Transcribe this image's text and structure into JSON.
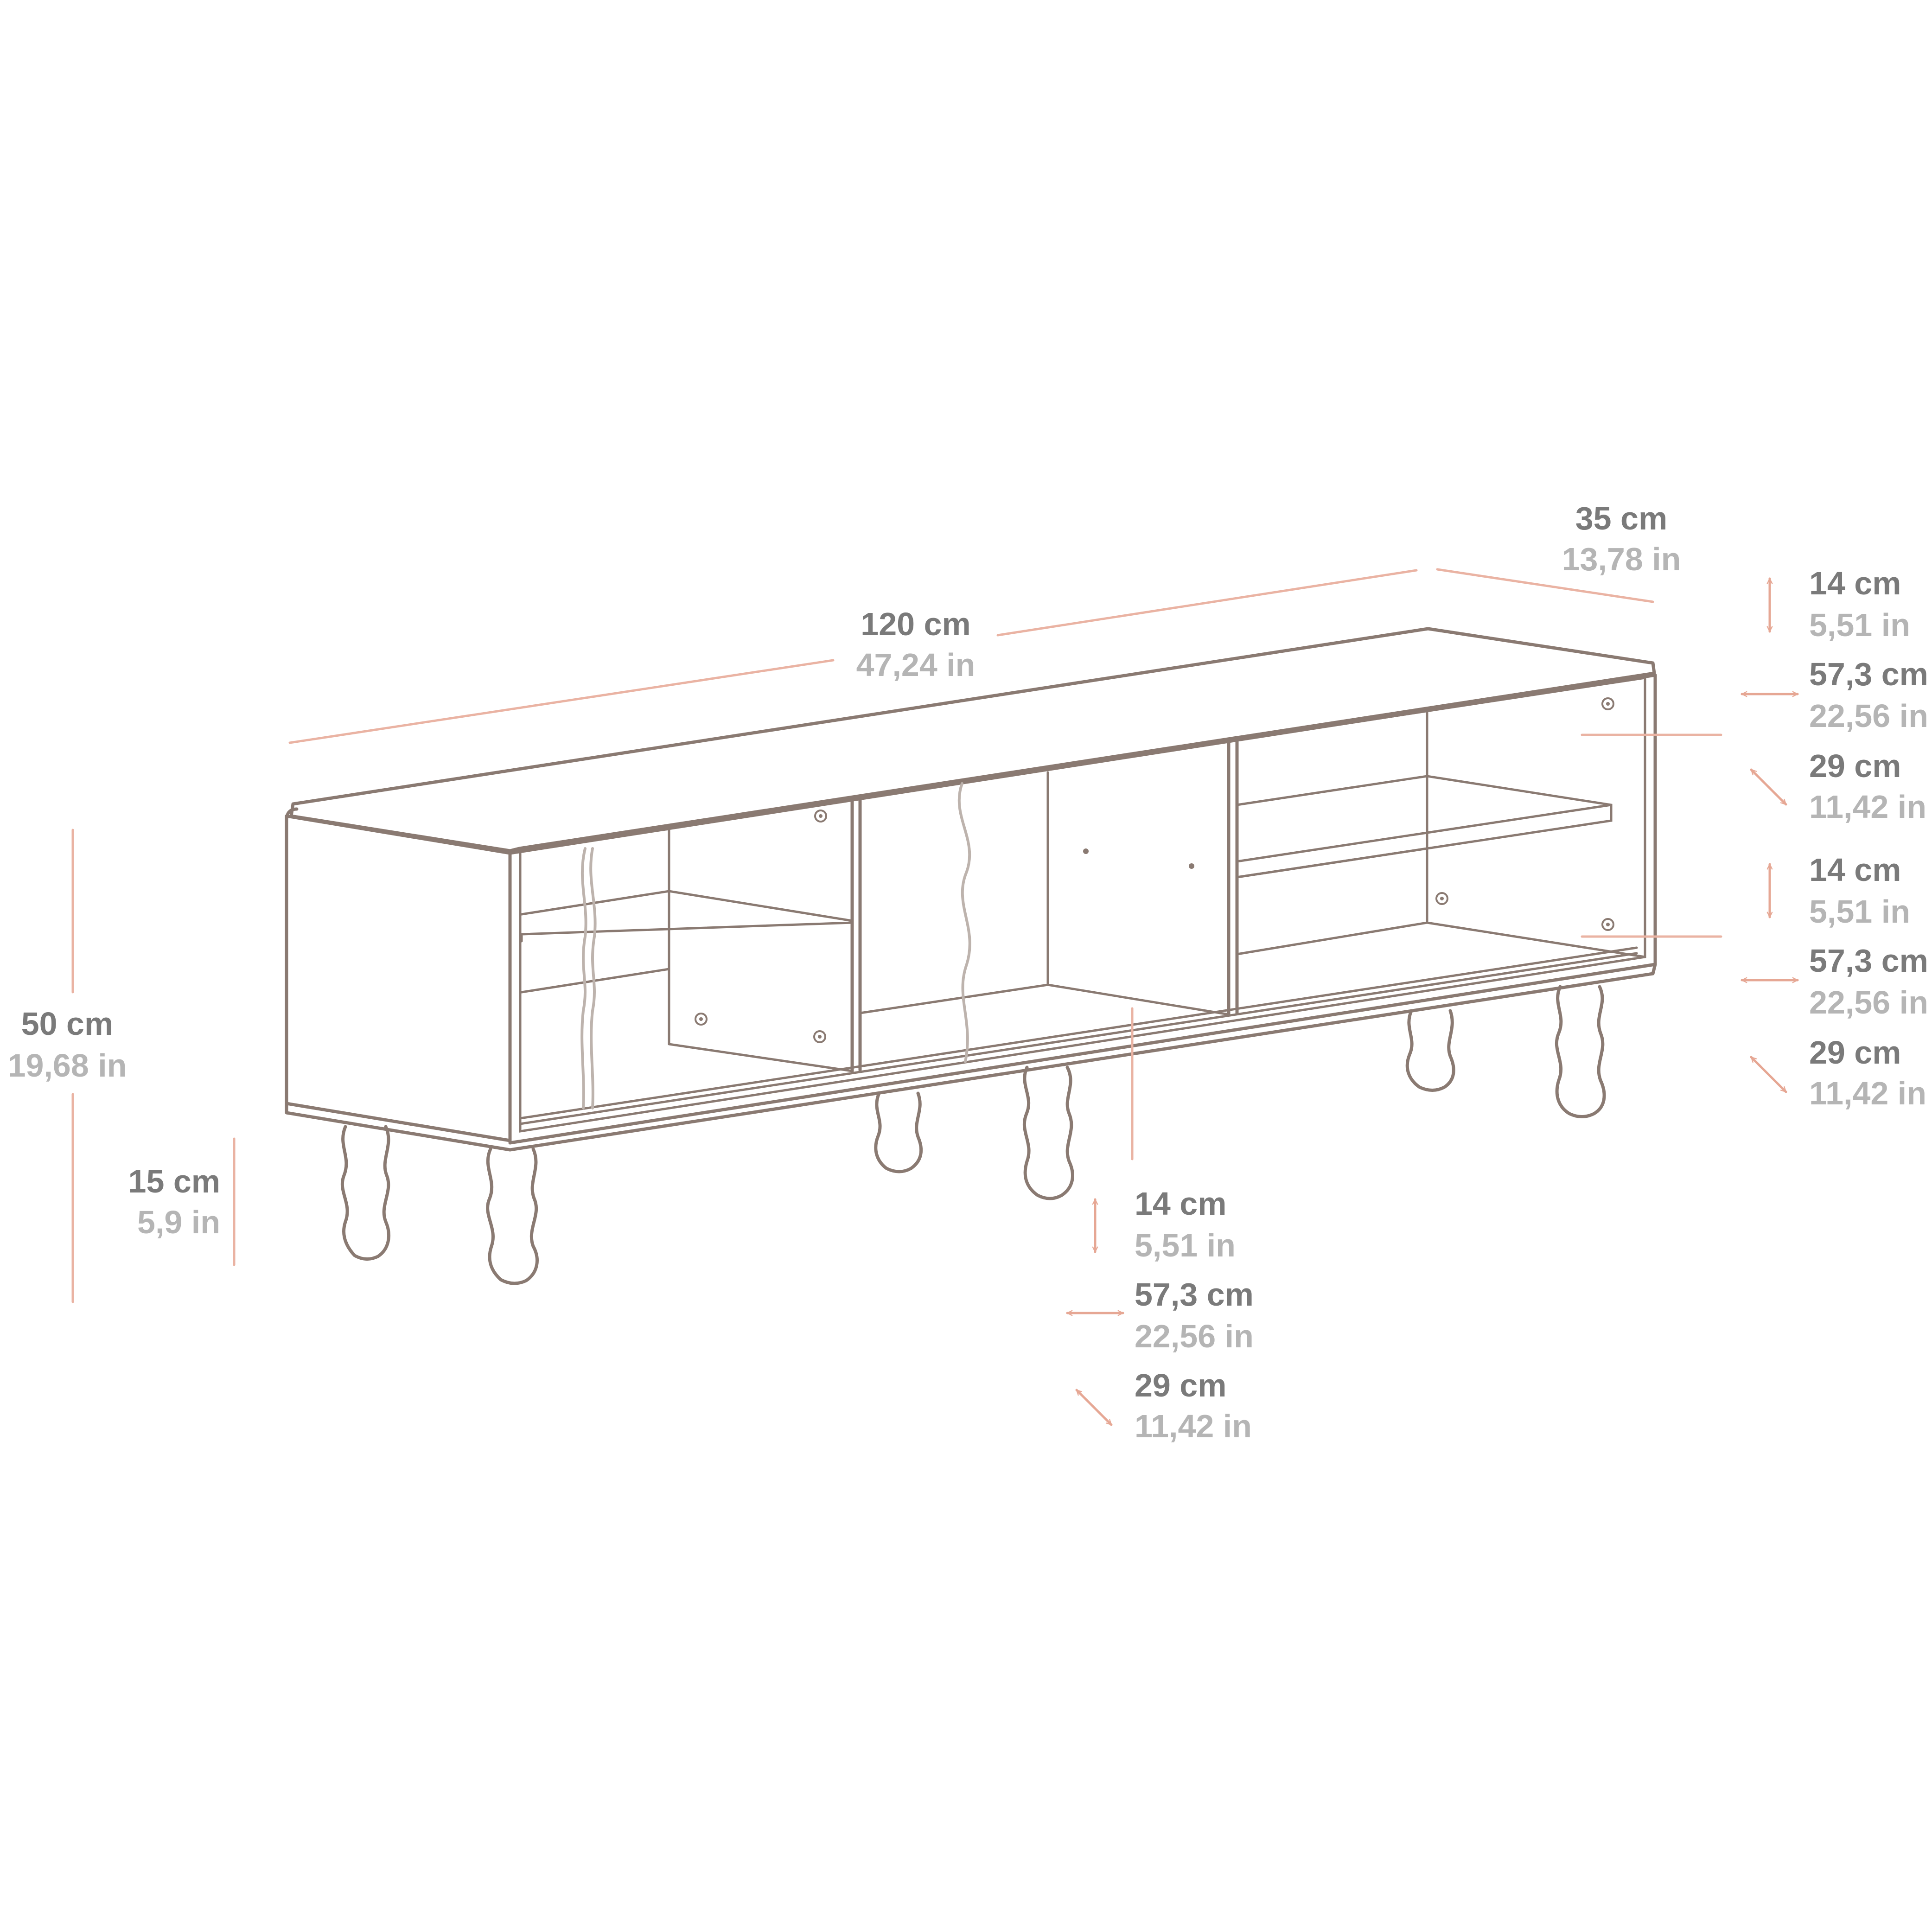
{
  "colors": {
    "outline": "#8a7a72",
    "dimension_line": "#eab3a3",
    "arrow": "#e6a794",
    "label_cm": "#7a7a7a",
    "label_in": "#b5b5b5"
  },
  "dimensions": {
    "length": {
      "cm": "120 cm",
      "in": "47,24 in"
    },
    "depth": {
      "cm": "35 cm",
      "in": "13,78 in"
    },
    "height": {
      "cm": "50 cm",
      "in": "19,68 in"
    },
    "leg_height": {
      "cm": "15 cm",
      "in": "5,9 in"
    }
  },
  "compartments": [
    {
      "name": "right-upper",
      "height": {
        "cm": "14 cm",
        "in": "5,51 in"
      },
      "width": {
        "cm": "57,3 cm",
        "in": "22,56 in"
      },
      "depth": {
        "cm": "29 cm",
        "in": "11,42 in"
      }
    },
    {
      "name": "right-lower",
      "height": {
        "cm": "14 cm",
        "in": "5,51 in"
      },
      "width": {
        "cm": "57,3 cm",
        "in": "22,56 in"
      },
      "depth": {
        "cm": "29 cm",
        "in": "11,42 in"
      }
    },
    {
      "name": "center",
      "height": {
        "cm": "14 cm",
        "in": "5,51 in"
      },
      "width": {
        "cm": "57,3 cm",
        "in": "22,56 in"
      },
      "depth": {
        "cm": "29 cm",
        "in": "11,42 in"
      }
    }
  ]
}
